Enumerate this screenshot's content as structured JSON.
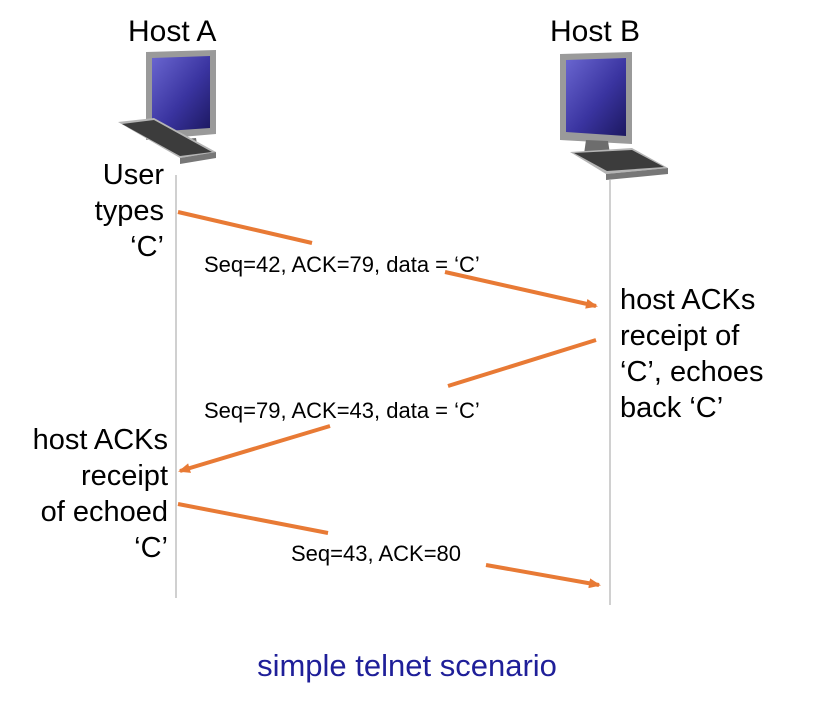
{
  "hosts": {
    "a_label": "Host A",
    "b_label": "Host B"
  },
  "notes": {
    "user_types": [
      "User",
      "types",
      "‘C’"
    ],
    "host_acks_receipt": [
      "host ACKs",
      "receipt of",
      "‘C’, echoes",
      "back ‘C’"
    ],
    "host_acks_echo": [
      "host ACKs",
      "receipt",
      "of echoed",
      "‘C’"
    ]
  },
  "messages": {
    "m1": "Seq=42, ACK=79, data = ‘C’",
    "m2": "Seq=79, ACK=43, data = ‘C’",
    "m3": "Seq=43, ACK=80"
  },
  "caption": "simple telnet scenario",
  "colors": {
    "arrow": "#e87a35",
    "timeline": "#d0d0d0",
    "caption": "#1f1f99",
    "monitor_screen": "#3a34a0"
  },
  "icons": {
    "host_a": "desktop-computer-icon",
    "host_b": "desktop-computer-icon"
  }
}
